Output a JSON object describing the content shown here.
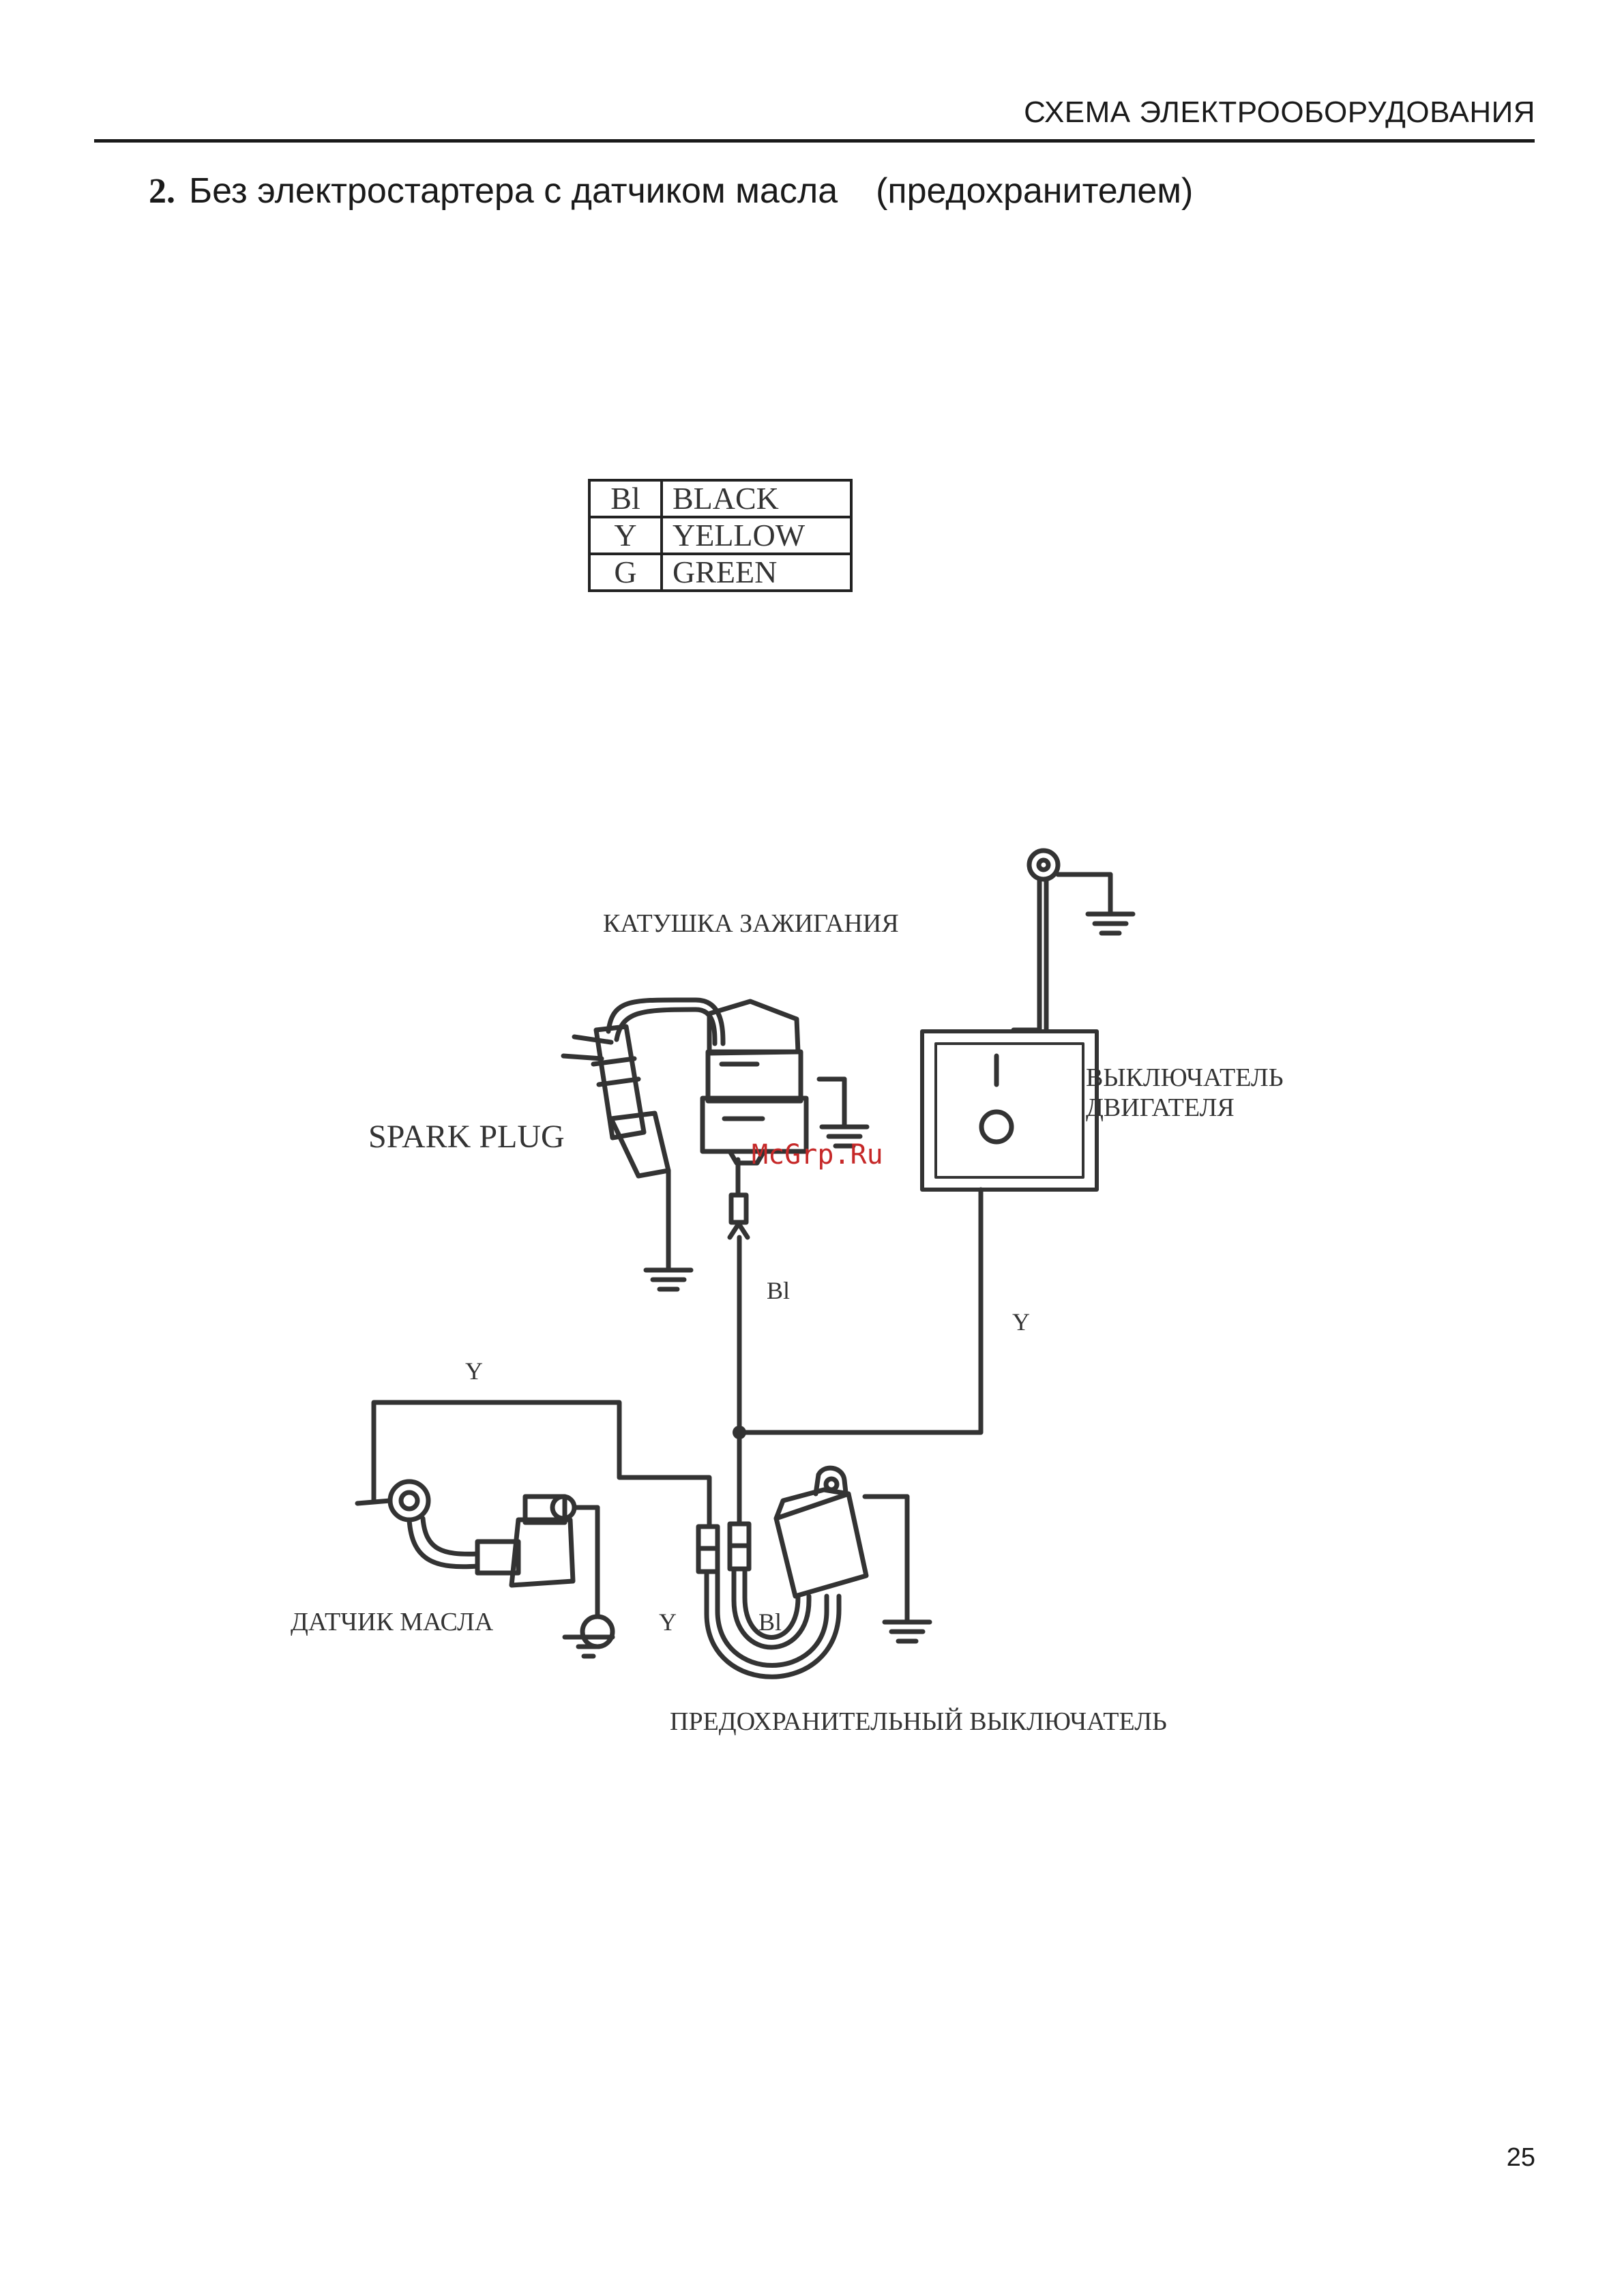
{
  "header": {
    "title": "СХЕМА ЭЛЕКТРООБОРУДОВАНИЯ"
  },
  "section": {
    "number": "2.",
    "title": "Без электростартера с датчиком масла",
    "note": "(предохранителем)"
  },
  "legend": [
    {
      "code": "Bl",
      "name": "BLACK"
    },
    {
      "code": "Y",
      "name": "YELLOW"
    },
    {
      "code": "G",
      "name": "GREEN"
    }
  ],
  "diagram": {
    "ignition_coil_label": "КАТУШКА ЗАЖИГАНИЯ",
    "spark_plug_label": "SPARK PLUG",
    "engine_switch_label_line1": "ВЫКЛЮЧАТЕЛЬ",
    "engine_switch_label_line2": "ДВИГАТЕЛЯ",
    "watermark": "McGrp.Ru",
    "wire_bl_upper": "Bl",
    "wire_y_right": "Y",
    "wire_y_left": "Y",
    "oil_sensor_label": "ДАТЧИК МАСЛА",
    "wire_y_bottom": "Y",
    "wire_bl_bottom": "Bl",
    "safety_switch_label": "ПРЕДОХРАНИТЕЛЬНЫЙ ВЫКЛЮЧАТЕЛЬ",
    "watermark_color": "#c62828"
  },
  "page": {
    "number": "25"
  }
}
